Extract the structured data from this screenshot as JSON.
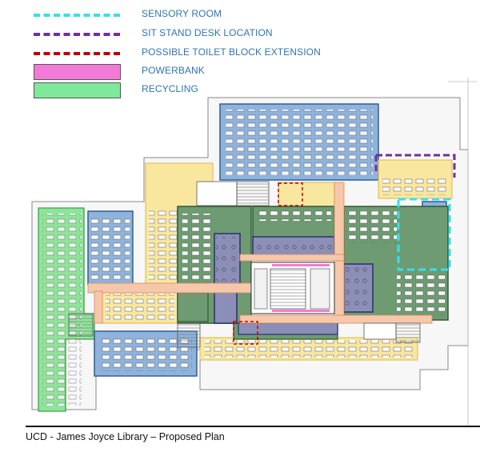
{
  "legend": {
    "items": [
      {
        "label": "SENSORY ROOM",
        "style": "dashed",
        "color": "#33e0f0"
      },
      {
        "label": "SIT STAND DESK LOCATION",
        "style": "dashed",
        "color": "#7030a0"
      },
      {
        "label": "POSSIBLE TOILET BLOCK EXTENSION",
        "style": "dashed",
        "color": "#c00000"
      },
      {
        "label": "POWERBANK",
        "style": "filled",
        "color": "#f27ad6"
      },
      {
        "label": "RECYCLING",
        "style": "filled",
        "color": "#7fe89a"
      }
    ]
  },
  "zone_colors": {
    "blue": "#8fb3db",
    "yellow": "#f9e7a0",
    "dark_green": "#6e9b72",
    "green": "#8fe49a",
    "navy": "#8b8fb8",
    "orange": "#f5c8ab"
  },
  "footer": {
    "caption": "UCD - James Joyce Library – Proposed Plan"
  }
}
